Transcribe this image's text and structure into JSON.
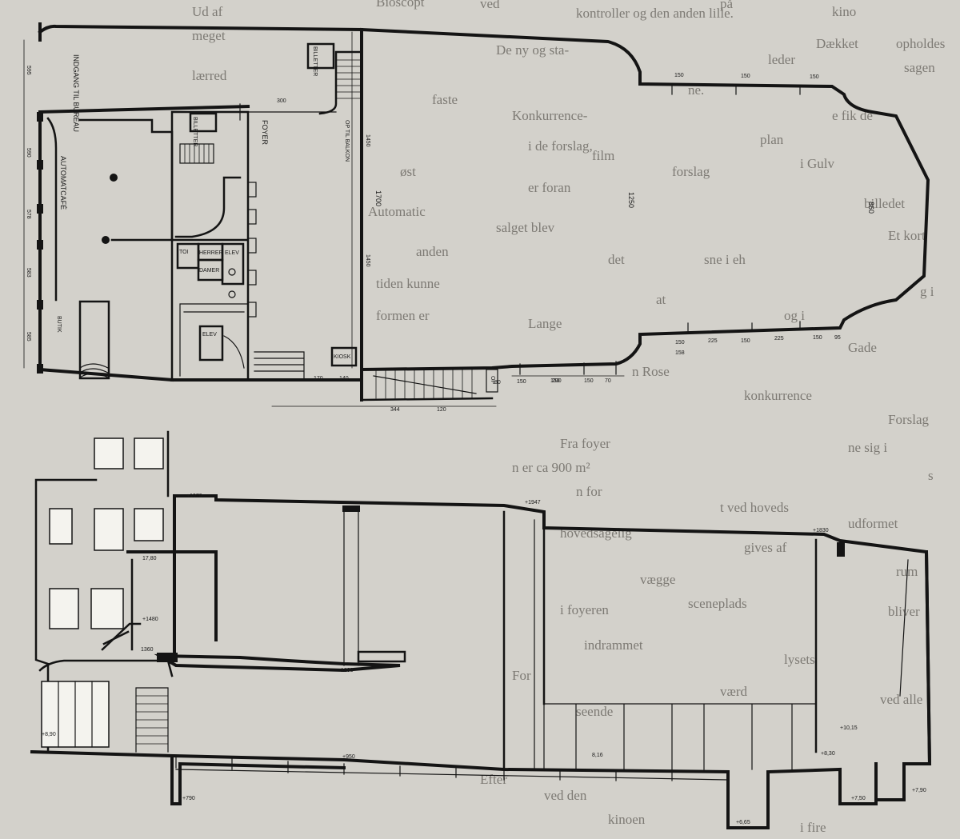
{
  "plan": {
    "labels": {
      "entrance": "INDGANG TIL BUREAU",
      "billetter_top": "BILLETTER",
      "billetter_mid": "BILLETTER",
      "automatcafe": "AUTOMATCAFÉ",
      "butik": "BUTIK",
      "foyer": "FOYER",
      "stair_up": "OP TIL BALKON",
      "elev_top": "ELEV",
      "elev_bottom": "ELEV",
      "toi": "TOI",
      "herrer": "HERRER",
      "damer": "DAMER",
      "kiosk": "KIOSK",
      "up_small": "OP"
    },
    "dims": {
      "d300": "300",
      "d595": "595",
      "d590": "590",
      "d578": "578",
      "d583": "583",
      "d585": "585",
      "d1700": "1700",
      "d1450": "1450",
      "d1450b": "1450",
      "d1250": "1250",
      "d860": "860",
      "d150a": "150",
      "d150b": "150",
      "d150c": "150",
      "d150d": "150",
      "d225a": "225",
      "d225b": "225",
      "d158": "158",
      "d150e": "150",
      "d95": "95",
      "d150f": "150",
      "d150g": "150",
      "d170": "170",
      "d140": "140",
      "d80": "80",
      "d344": "344",
      "d120": "120",
      "d150h": "150",
      "d200": "200",
      "d150i": "150",
      "d70": "70"
    }
  },
  "section": {
    "levels": {
      "l1970": "+1970",
      "l1947": "+1947",
      "l1830": "+1830",
      "l1780": "17,80",
      "l1480": "+1480",
      "l1360": "1360",
      "l1298": "1298",
      "l890a": "+8,90",
      "l950": "+950",
      "l816": "8,16",
      "l830": "+8,30",
      "l1015": "+10,15",
      "l790a": "+790",
      "l790b": "+7,90",
      "l750": "+7,50",
      "l665": "+6,65"
    }
  },
  "background_text": [
    "kontroller og den anden lille.",
    "De ny og sta-",
    "ne.",
    "Konkurrence-",
    "e fik de",
    "i de forslag,",
    "i Gulv",
    "er foran",
    "Et kort",
    "salget blev",
    "Automatic",
    "sne i eh",
    "tiden kunne",
    "g i",
    "Lange",
    "Gade",
    "Fra foyer",
    "n er ca 900 m²",
    "ne sig i",
    "s",
    "n Rose",
    "konkurrence",
    "Forslag",
    "n for",
    "t ved hoveds",
    "hovedsagelig",
    "gives af",
    "i foyeren",
    "bliver",
    "indrammet",
    "lysets",
    "ved alle",
    "Efter",
    "ved den",
    "kinoen",
    "i fire",
    "meget",
    "lærred",
    "Bioscopt",
    "faste",
    "formen er",
    "anden",
    "øst",
    "For",
    "seende",
    "vægge",
    "sceneplads",
    "værd",
    "rum",
    "og i",
    "billedet",
    "sagen",
    "leder",
    "plan",
    "film",
    "det",
    "at",
    "Ud af",
    "ved",
    "på",
    "kino",
    "opholdes",
    "Dækket",
    "forslag",
    "udformet"
  ]
}
